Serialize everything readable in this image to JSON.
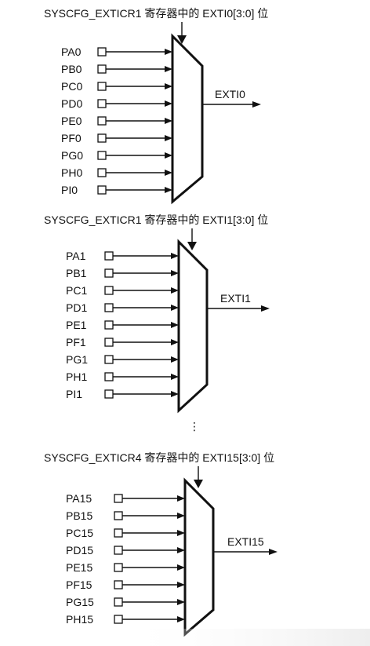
{
  "blocks": [
    {
      "title": "SYSCFG_EXTICR1 寄存器中的 EXTI0[3:0] 位",
      "inputs": [
        "PA0",
        "PB0",
        "PC0",
        "PD0",
        "PE0",
        "PF0",
        "PG0",
        "PH0",
        "PI0"
      ],
      "output": "EXTI0"
    },
    {
      "title": "SYSCFG_EXTICR1 寄存器中的 EXTI1[3:0] 位",
      "inputs": [
        "PA1",
        "PB1",
        "PC1",
        "PD1",
        "PE1",
        "PF1",
        "PG1",
        "PH1",
        "PI1"
      ],
      "output": "EXTI1"
    },
    {
      "title": "SYSCFG_EXTICR4 寄存器中的 EXTI15[3:0] 位",
      "inputs": [
        "PA15",
        "PB15",
        "PC15",
        "PD15",
        "PE15",
        "PF15",
        "PG15",
        "PH15"
      ],
      "output": "EXTI15"
    }
  ],
  "ellipsis": "⋮"
}
